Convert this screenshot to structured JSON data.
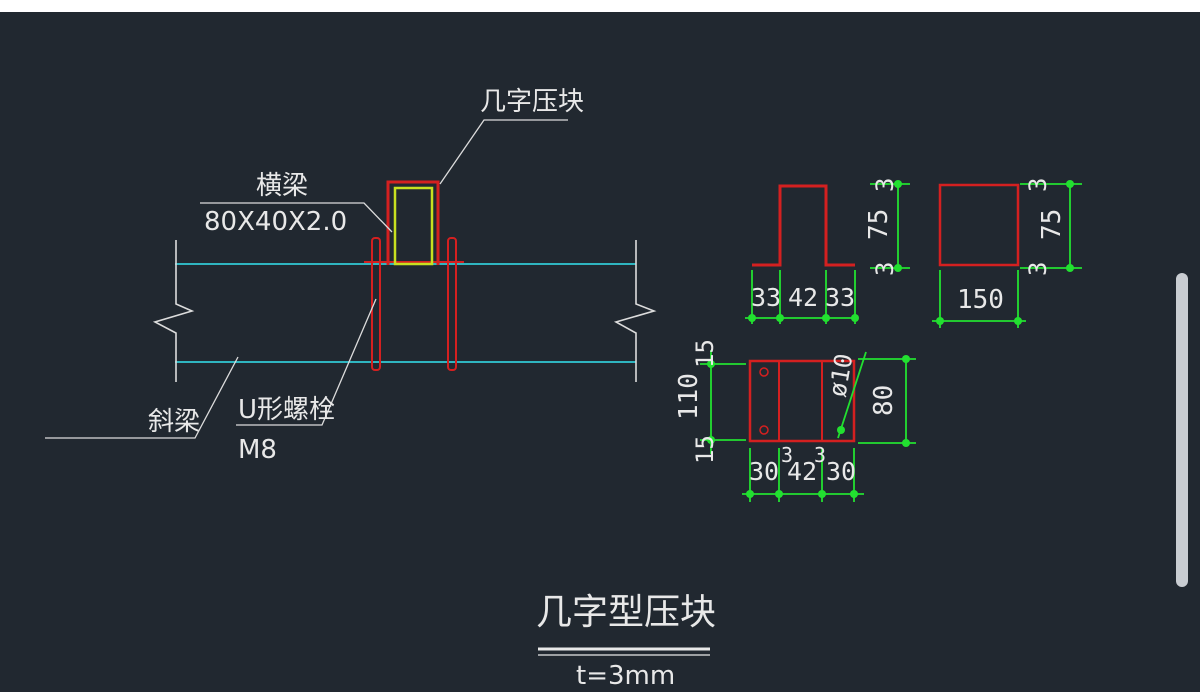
{
  "labels": {
    "clamp_block": "几字压块",
    "crossbeam_name": "横梁",
    "crossbeam_size": "80X40X2.0",
    "inclined_beam": "斜梁",
    "u_bolt_name": "U形螺栓",
    "u_bolt_size": "M8"
  },
  "dimensions": {
    "profile_top_t": "3",
    "profile_height": "75",
    "profile_bottom_t": "3",
    "profile_left": "33",
    "profile_mid": "42",
    "profile_right": "33",
    "side_top_t": "3",
    "side_height": "75",
    "side_bottom_t": "3",
    "side_length": "150",
    "plan_top": "15",
    "plan_mid": "110",
    "plan_bottom": "15",
    "plan_hole_dia": "ø10",
    "plan_height": "80",
    "plan_left": "30",
    "plan_mid_w": "42",
    "plan_right": "30",
    "plan_t_left": "3",
    "plan_t_right": "3"
  },
  "title": {
    "main": "几字型压块",
    "sub": "t=3mm"
  },
  "colors": {
    "background": "#212830",
    "part_red": "#d42020",
    "beam_green": "#c8e020",
    "dimension_green": "#22e030",
    "centerline_cyan": "#2fb5c0",
    "text": "#e8e8e8"
  }
}
